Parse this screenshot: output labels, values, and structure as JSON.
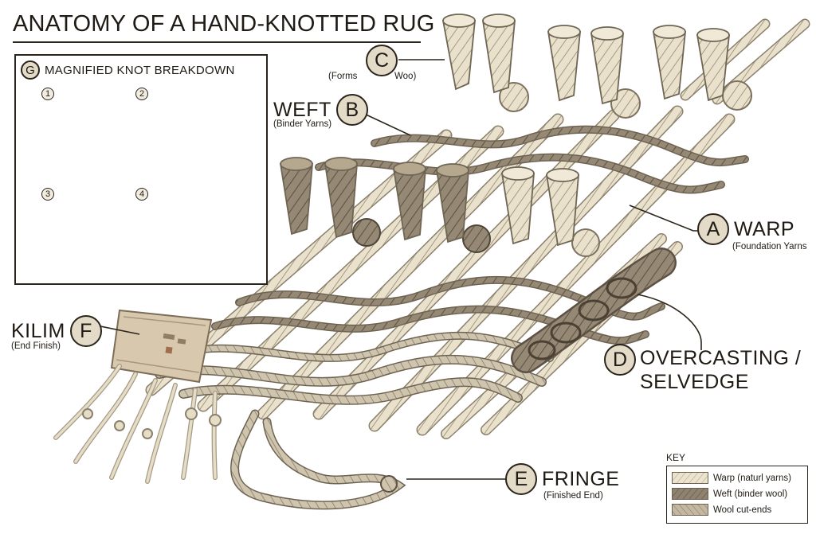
{
  "title": "ANATOMY OF A HAND-KNOTTED RUG",
  "inset": {
    "badge": "G",
    "title": "MAGNIFIED KNOT BREAKDOWN",
    "steps": [
      "1",
      "2",
      "3",
      "4"
    ]
  },
  "callouts": {
    "c": {
      "letter": "C",
      "sub_left": "(Forms",
      "sub_right": "Woo)"
    },
    "b": {
      "letter": "B",
      "name": "WEFT",
      "sub": "(Binder Yarns)"
    },
    "a": {
      "letter": "A",
      "name": "WARP",
      "sub": "(Foundation Yarns"
    },
    "d": {
      "letter": "D",
      "name_line1": "OVERCASTING /",
      "name_line2": "SELVEDGE"
    },
    "f": {
      "letter": "F",
      "name": "KILIM",
      "sub": "(End Finish)"
    },
    "e": {
      "letter": "E",
      "name": "FRINGE",
      "sub": "(Finished End)"
    }
  },
  "key": {
    "title": "KEY",
    "items": [
      {
        "label": "Warp (naturl yarns)",
        "color": "#ece4cf"
      },
      {
        "label": "Weft (binder wool)",
        "color": "#8f8270"
      },
      {
        "label": "Wool cut-ends",
        "color": "#bcb09c"
      }
    ]
  },
  "colors": {
    "warp": "#e6ddc7",
    "warp_dark": "#a89c84",
    "weft": "#8c7f6c",
    "weft_light": "#d3c9b3",
    "tuft_light": "#e9e1cc",
    "tuft_dark": "#8a7c68",
    "ink": "#2a241c",
    "badge_fill": "#e3dac7"
  }
}
